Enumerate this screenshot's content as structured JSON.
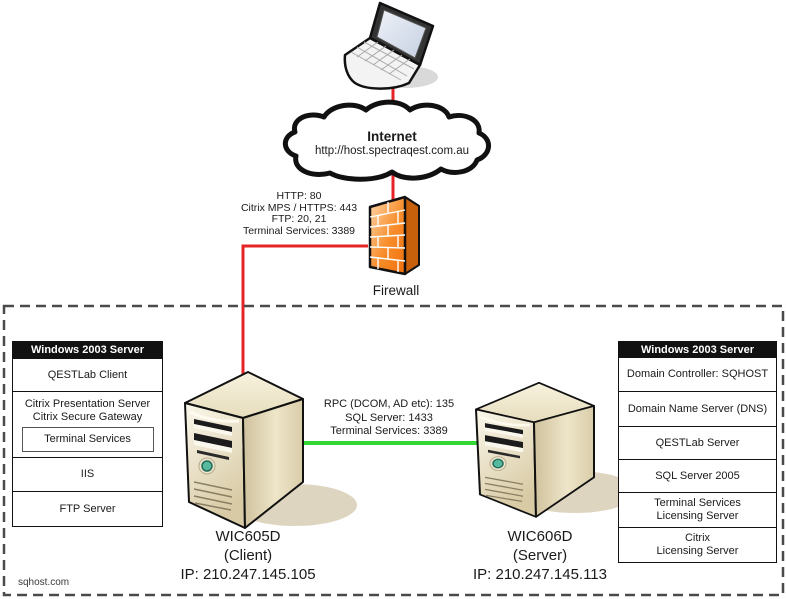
{
  "internet": {
    "title": "Internet",
    "url": "http://host.spectraqest.com.au"
  },
  "firewall": {
    "label": "Firewall",
    "ports": [
      "HTTP: 80",
      "Citrix MPS / HTTPS: 443",
      "FTP: 20, 21",
      "Terminal Services: 3389"
    ]
  },
  "server_link": {
    "ports": [
      "RPC (DCOM, AD etc): 135",
      "SQL Server: 1433",
      "Terminal Services: 3389"
    ]
  },
  "left_server": {
    "name": "WIC605D",
    "role": "(Client)",
    "ip": "IP: 210.247.145.105"
  },
  "right_server": {
    "name": "WIC606D",
    "role": "(Server)",
    "ip": "IP: 210.247.145.113"
  },
  "left_table": {
    "header": "Windows 2003 Server",
    "rows": [
      [
        "QESTLab Client"
      ],
      [
        "Citrix Presentation Server",
        "Citrix Secure Gateway"
      ],
      [
        "IIS"
      ],
      [
        "FTP Server"
      ]
    ],
    "terminal_services": "Terminal Services"
  },
  "right_table": {
    "header": "Windows 2003 Server",
    "rows": [
      [
        "Domain Controller: SQHOST"
      ],
      [
        "Domain Name Server (DNS)"
      ],
      [
        "QESTLab Server"
      ],
      [
        "SQL Server 2005"
      ],
      [
        "Terminal Services",
        "Licensing Server"
      ],
      [
        "Citrix",
        "Licensing Server"
      ]
    ]
  },
  "footer": "sqhost.com",
  "colors": {
    "red_line": "#e62427",
    "green_line": "#33d633",
    "boundary_dash": "#4a4a4a",
    "firewall_orange": "#f0760f",
    "server_beige": "#e6dcba",
    "table_header_bg": "#111111"
  }
}
